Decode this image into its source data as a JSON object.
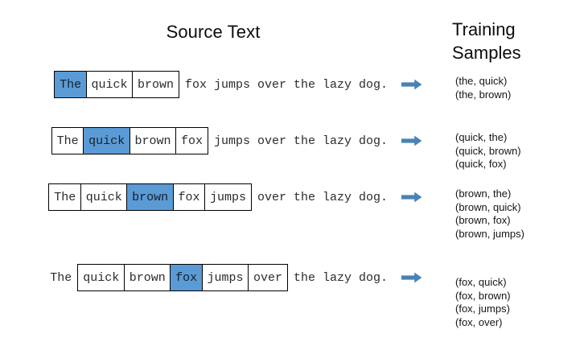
{
  "headings": {
    "source_text": "Source Text",
    "training_samples_line1": "Training",
    "training_samples_line2": "Samples"
  },
  "colors": {
    "highlight": "#5B9BD5",
    "box_border": "#000000",
    "arrow": "#4A82B7",
    "text": "#2B2B2B",
    "background": "#FFFFFF"
  },
  "icons": {
    "arrow": "right-arrow-icon"
  },
  "rows": [
    {
      "id": "row-1",
      "center_word": "The",
      "words": [
        {
          "text": "The",
          "boxed": true,
          "highlight": true
        },
        {
          "text": "quick",
          "boxed": true,
          "highlight": false
        },
        {
          "text": "brown",
          "boxed": true,
          "highlight": false
        }
      ],
      "tail": "fox jumps over the lazy dog.",
      "samples": [
        "(the, quick)",
        "(the, brown)"
      ]
    },
    {
      "id": "row-2",
      "center_word": "quick",
      "words": [
        {
          "text": "The",
          "boxed": true,
          "highlight": false
        },
        {
          "text": "quick",
          "boxed": true,
          "highlight": true
        },
        {
          "text": "brown",
          "boxed": true,
          "highlight": false
        },
        {
          "text": "fox",
          "boxed": true,
          "highlight": false
        }
      ],
      "tail": "jumps over the lazy dog.",
      "samples": [
        "(quick, the)",
        "(quick, brown)",
        "(quick, fox)"
      ]
    },
    {
      "id": "row-3",
      "center_word": "brown",
      "words": [
        {
          "text": "The",
          "boxed": true,
          "highlight": false
        },
        {
          "text": "quick",
          "boxed": true,
          "highlight": false
        },
        {
          "text": "brown",
          "boxed": true,
          "highlight": true
        },
        {
          "text": "fox",
          "boxed": true,
          "highlight": false
        },
        {
          "text": "jumps",
          "boxed": true,
          "highlight": false
        }
      ],
      "tail": "over the lazy dog.",
      "samples": [
        "(brown, the)",
        "(brown, quick)",
        "(brown, fox)",
        "(brown, jumps)"
      ]
    },
    {
      "id": "row-4",
      "center_word": "fox",
      "words": [
        {
          "text": "The",
          "boxed": false,
          "highlight": false
        },
        {
          "text": "quick",
          "boxed": true,
          "highlight": false
        },
        {
          "text": "brown",
          "boxed": true,
          "highlight": false
        },
        {
          "text": "fox",
          "boxed": true,
          "highlight": true
        },
        {
          "text": "jumps",
          "boxed": true,
          "highlight": false
        },
        {
          "text": "over",
          "boxed": true,
          "highlight": false
        }
      ],
      "tail": "the lazy dog.",
      "samples": [
        "(fox, quick)",
        "(fox, brown)",
        "(fox, jumps)",
        "(fox, over)"
      ]
    }
  ]
}
